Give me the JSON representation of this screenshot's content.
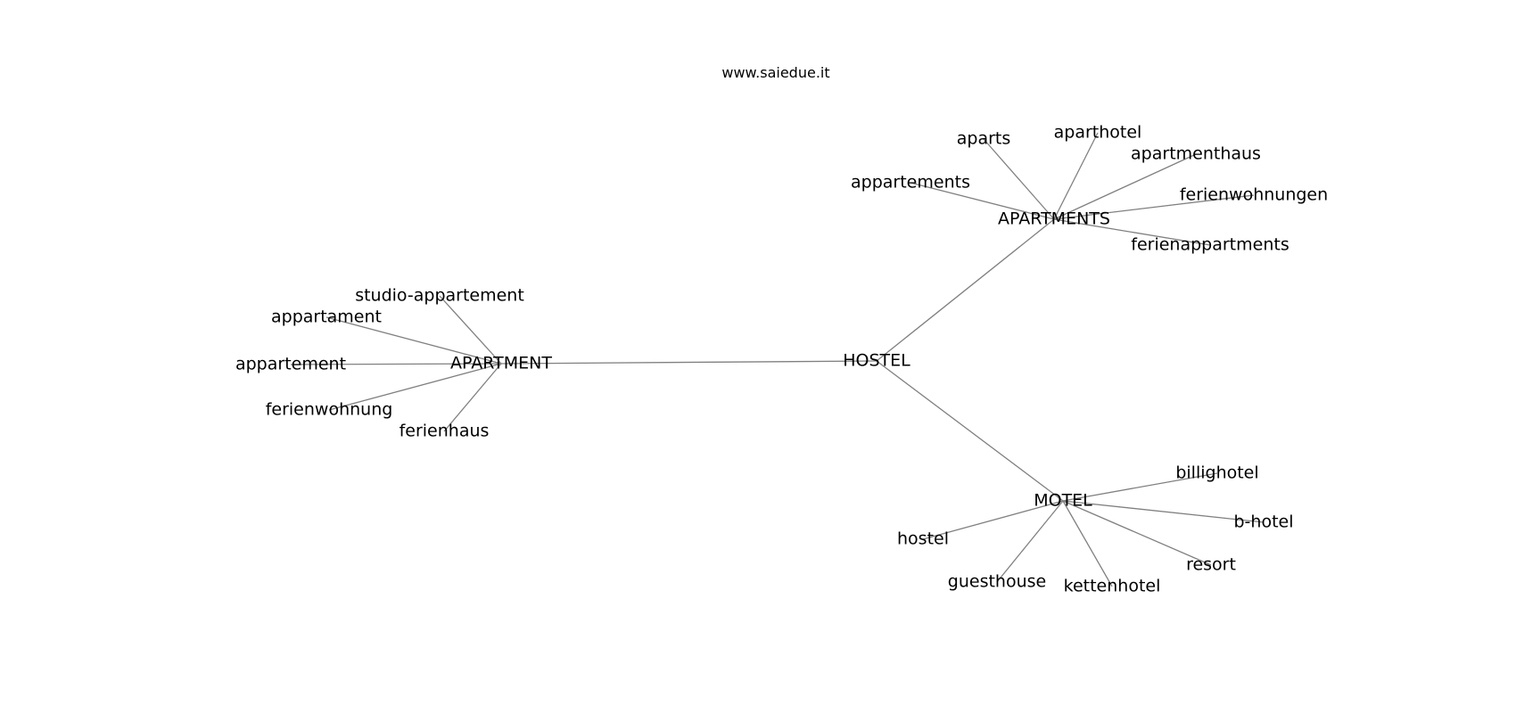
{
  "header": {
    "site": "www.saiedue.it"
  },
  "graph": {
    "edge_color": "#808080",
    "text_color": "#000000",
    "nodes": [
      {
        "id": "hostel_hub",
        "label": "HOSTEL"
      },
      {
        "id": "apartment",
        "label": "APARTMENT"
      },
      {
        "id": "apartments",
        "label": "APARTMENTS"
      },
      {
        "id": "motel",
        "label": "MOTEL"
      },
      {
        "id": "studio_appartement",
        "label": "studio-appartement"
      },
      {
        "id": "appartament",
        "label": "appartament"
      },
      {
        "id": "appartement",
        "label": "appartement"
      },
      {
        "id": "ferienwohnung",
        "label": "ferienwohnung"
      },
      {
        "id": "ferienhaus",
        "label": "ferienhaus"
      },
      {
        "id": "aparts",
        "label": "aparts"
      },
      {
        "id": "aparthotel",
        "label": "aparthotel"
      },
      {
        "id": "apartmenthaus",
        "label": "apartmenthaus"
      },
      {
        "id": "appartements",
        "label": "appartements"
      },
      {
        "id": "ferienwohnungen",
        "label": "ferienwohnungen"
      },
      {
        "id": "ferienappartments",
        "label": "ferienappartments"
      },
      {
        "id": "billighotel",
        "label": "billighotel"
      },
      {
        "id": "b_hotel",
        "label": "b-hotel"
      },
      {
        "id": "resort",
        "label": "resort"
      },
      {
        "id": "kettenhotel",
        "label": "kettenhotel"
      },
      {
        "id": "guesthouse",
        "label": "guesthouse"
      },
      {
        "id": "hostel",
        "label": "hostel"
      }
    ],
    "edges": [
      [
        "hostel_hub",
        "apartment"
      ],
      [
        "hostel_hub",
        "apartments"
      ],
      [
        "hostel_hub",
        "motel"
      ],
      [
        "apartment",
        "studio_appartement"
      ],
      [
        "apartment",
        "appartament"
      ],
      [
        "apartment",
        "appartement"
      ],
      [
        "apartment",
        "ferienwohnung"
      ],
      [
        "apartment",
        "ferienhaus"
      ],
      [
        "apartments",
        "aparts"
      ],
      [
        "apartments",
        "aparthotel"
      ],
      [
        "apartments",
        "apartmenthaus"
      ],
      [
        "apartments",
        "appartements"
      ],
      [
        "apartments",
        "ferienwohnungen"
      ],
      [
        "apartments",
        "ferienappartments"
      ],
      [
        "motel",
        "billighotel"
      ],
      [
        "motel",
        "b_hotel"
      ],
      [
        "motel",
        "resort"
      ],
      [
        "motel",
        "kettenhotel"
      ],
      [
        "motel",
        "guesthouse"
      ],
      [
        "motel",
        "hostel"
      ]
    ]
  }
}
